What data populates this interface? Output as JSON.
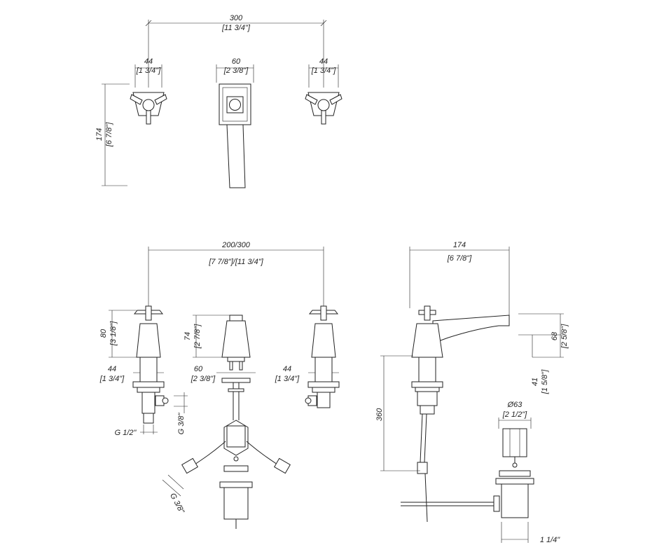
{
  "top_view": {
    "overall_width": {
      "mm": "300",
      "in": "[11 3/4\"]"
    },
    "left_handle": {
      "mm": "44",
      "in": "[1 3/4\"]"
    },
    "spout_plate": {
      "mm": "60",
      "in": "[2 3/8\"]"
    },
    "right_handle": {
      "mm": "44",
      "in": "[1 3/4\"]"
    },
    "depth": {
      "mm": "174",
      "in": "[6 7/8\"]"
    }
  },
  "front_view": {
    "centers": {
      "mm": "200/300",
      "in": "[7 7/8\"]/[11 3/4\"]"
    },
    "handle_height": {
      "mm": "80",
      "in": "[3 1/8\"]"
    },
    "spout_height": {
      "mm": "74",
      "in": "[2 7/8\"]"
    },
    "left_base": {
      "mm": "44",
      "in": "[1 3/4\"]"
    },
    "spout_base": {
      "mm": "60",
      "in": "[2 3/8\"]"
    },
    "right_base": {
      "mm": "44",
      "in": "[1 3/4\"]"
    },
    "outlet_thread": "G 3/8\"",
    "inlet_thread": "G 1/2\"",
    "hose_thread": "G 3/8\""
  },
  "side_view": {
    "projection": {
      "mm": "174",
      "in": "[6 7/8\"]"
    },
    "spout_rise": {
      "mm": "68",
      "in": "[2 5/8\"]"
    },
    "outlet_height": {
      "mm": "41",
      "in": "[1 5/8\"]"
    },
    "rod_length": {
      "mm": "360"
    },
    "drain_diameter": {
      "mm": "Ø63",
      "in": "[2 1/2\"]"
    },
    "drain_thread": "1 1/4\""
  }
}
